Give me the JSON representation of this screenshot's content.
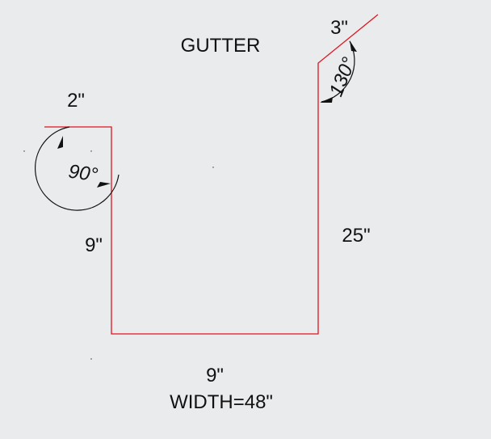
{
  "diagram": {
    "title": "GUTTER",
    "colors": {
      "profile": "#e0141e",
      "text": "#111111",
      "background": "#e9ebed"
    },
    "dimensions": {
      "left_flange": "2\"",
      "left_side": "9\"",
      "bottom": "9\"",
      "right_side": "25\"",
      "right_flange": "3\"",
      "width": "WIDTH=48\""
    },
    "angles": {
      "left": "90°",
      "right": "130°"
    }
  }
}
